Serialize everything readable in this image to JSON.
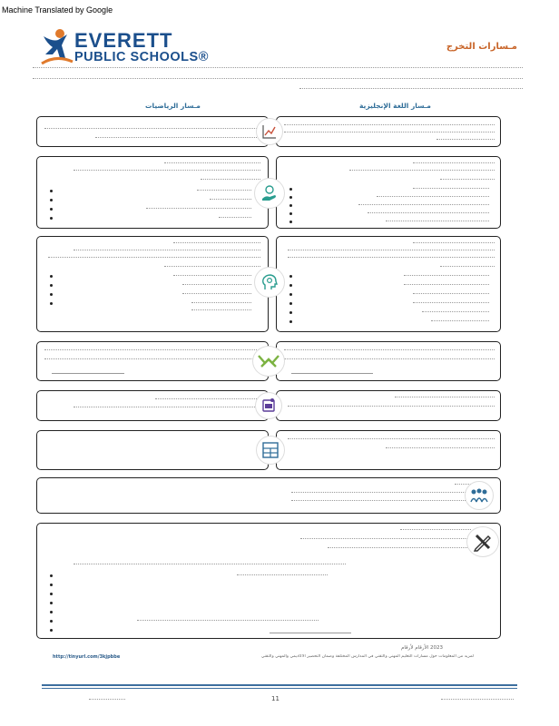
{
  "watermark": "Machine Translated by Google",
  "logo": {
    "line1": "EVERETT",
    "line2": "PUBLIC SCHOOLS®"
  },
  "title": "مـسارات التخرج",
  "columns": {
    "left": "مـسار الرياضيات",
    "right": "مـسار اللغة الإنجليزية"
  },
  "notes": {
    "date": "2023 الأرقام لأرقام",
    "more_info": "لمزيد من المعلومات حول مسارات التعليم المهني والتقني في المدارس المختلفة وضمان التحضير الأكاديمي والمهني والتقني"
  },
  "link": "http://tinyurl.com/3kjpbbe",
  "page_number": "11",
  "colors": {
    "brand": "#1b4f8c",
    "title": "#c86428",
    "heading": "#2f6d98",
    "border": "#222222"
  },
  "icons": [
    "chart-icon",
    "hand-award-icon",
    "head-gears-icon",
    "handshake-icon",
    "exam-certificate-icon",
    "calendar-grid-icon",
    "group-icon",
    "pencil-ruler-icon"
  ]
}
